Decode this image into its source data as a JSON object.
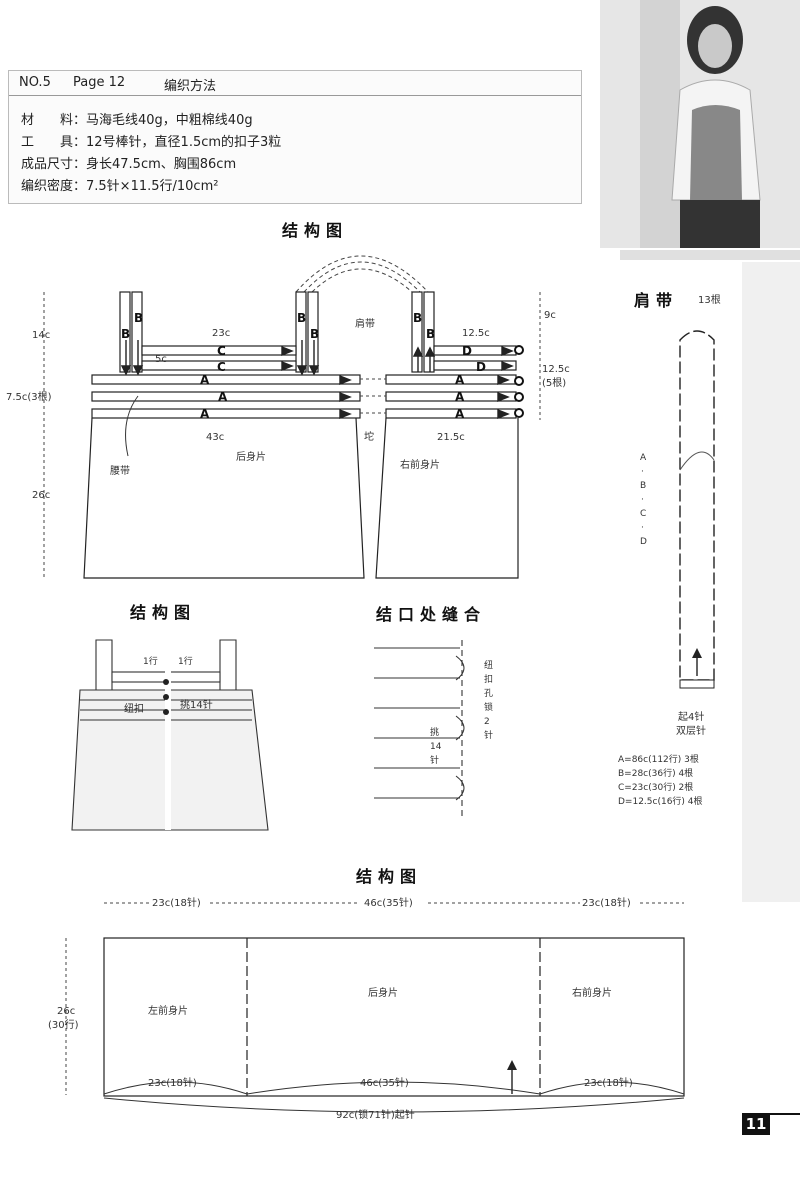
{
  "header": {
    "no": "NO.5",
    "page": "Page 12",
    "method": "编织方法",
    "lines": [
      "材　　料：马海毛线40g，中粗棉线40g",
      "工　　具：12号棒针，直径1.5cm的扣子3粒",
      "成品尺寸：身长47.5cm、胸围86cm",
      "编织密度：7.5针×11.5行/10cm²"
    ]
  },
  "diagram1": {
    "title": "结构图",
    "labels": {
      "b": "B",
      "c": "C",
      "a": "A",
      "d": "D",
      "shoulder_strap": "肩带",
      "h14": "14c",
      "h75": "7.5c(3根)",
      "h26": "26c",
      "w23": "23c",
      "w5": "5c",
      "w43": "43c",
      "w215": "21.5c",
      "w125": "12.5c",
      "h9": "9c",
      "h125": "12.5c",
      "five": "(5根)",
      "waistband": "腰带",
      "back": "后身片",
      "front_right": "右前身片",
      "seam": "坨"
    }
  },
  "strap": {
    "title": "肩带",
    "count": "13根",
    "letters": [
      "A",
      "·",
      "B",
      "·",
      "C",
      "·",
      "D"
    ],
    "start": "起4针",
    "double": "双层针",
    "legend": [
      "A=86c(112行)  3根",
      "B=28c(36行)   4根",
      "C=23c(30行)   2根",
      "D=12.5c(16行) 4根"
    ]
  },
  "diagram2": {
    "title": "结构图",
    "r1a": "1行",
    "r1b": "1行",
    "button": "纽扣",
    "pick14": "挑14针"
  },
  "seam": {
    "title": "结口处缝合",
    "left": [
      "挑",
      "14",
      "针"
    ],
    "right": [
      "纽",
      "扣",
      "孔",
      "锁",
      "2",
      "针"
    ]
  },
  "diagram3": {
    "title": "结构图",
    "top": [
      "23c(18针)",
      "46c(35针)",
      "23c(18针)"
    ],
    "height": "26c",
    "rows": "(30行)",
    "panels": [
      "左前身片",
      "后身片",
      "右前身片"
    ],
    "bottom": [
      "23c(18针)",
      "46c(35针)",
      "23c(18针)"
    ],
    "total": "92c(锁71针)起针"
  },
  "page_number": "11"
}
